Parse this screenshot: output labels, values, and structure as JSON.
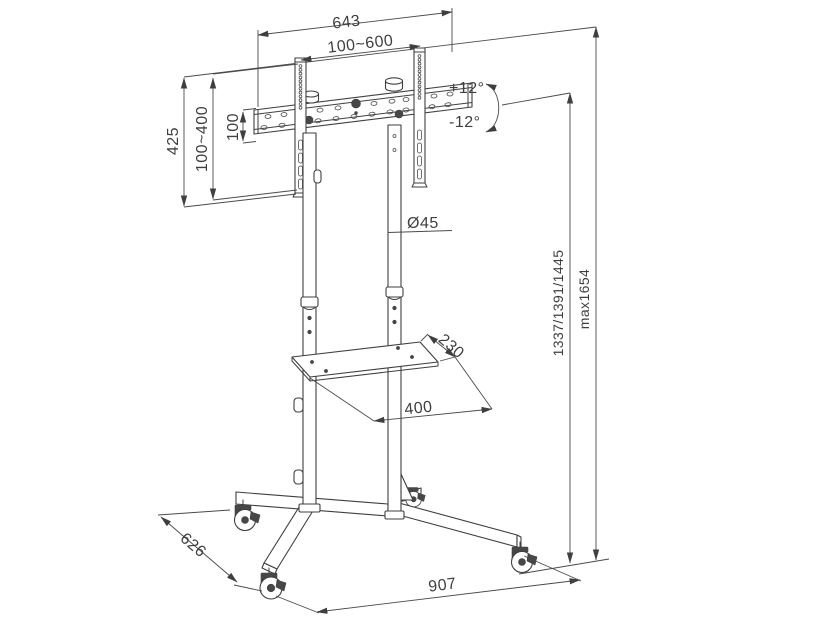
{
  "drawing": {
    "background": "#ffffff",
    "ink_color": "#3f3f3f",
    "subject": "mobile-tv-floor-stand-dimension-drawing",
    "labels": {
      "overall_width": "643",
      "vesa_width_range": "100~600",
      "tilt_up": "+12°",
      "tilt_down": "-12°",
      "bracket_height": "425",
      "vesa_height_range": "100~400",
      "bar_height": "100",
      "pole_diameter": "Ø45",
      "height_positions": "1337/1391/1445",
      "max_height": "max1654",
      "shelf_depth": "230",
      "shelf_width": "400",
      "base_depth": "626",
      "base_width": "907"
    }
  }
}
